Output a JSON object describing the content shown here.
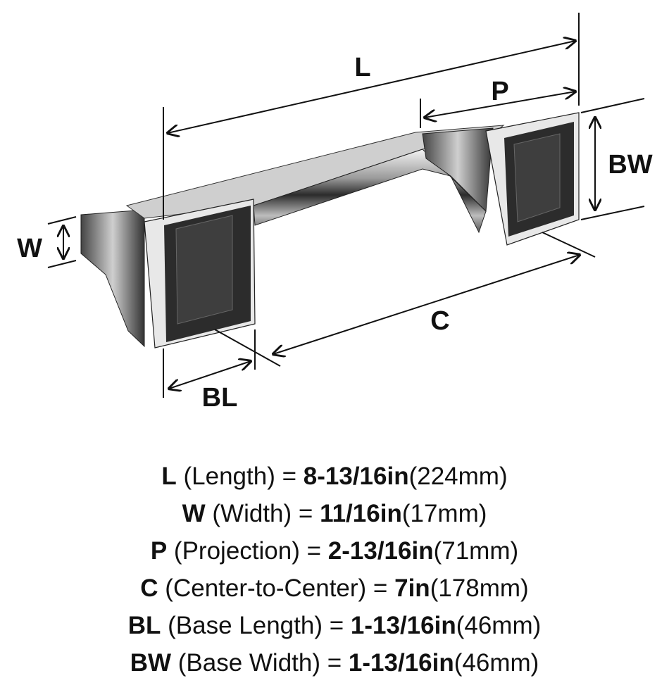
{
  "diagram": {
    "labels": {
      "L": "L",
      "P": "P",
      "BW": "BW",
      "W": "W",
      "C": "C",
      "BL": "BL"
    },
    "colors": {
      "line": "#111111",
      "chrome_light": "#e6e6e6",
      "chrome_dark": "#2a2a2a"
    }
  },
  "specs": [
    {
      "code": "L",
      "name": "(Length) =",
      "imperial": "8-13/16in",
      "metric": "(224mm)"
    },
    {
      "code": "W",
      "name": "(Width) =",
      "imperial": "11/16in",
      "metric": "(17mm)"
    },
    {
      "code": "P",
      "name": "(Projection) =",
      "imperial": "2-13/16in",
      "metric": "(71mm)"
    },
    {
      "code": "C",
      "name": "(Center-to-Center) =",
      "imperial": "7in",
      "metric": "(178mm)"
    },
    {
      "code": "BL",
      "name": "(Base Length) =",
      "imperial": "1-13/16in",
      "metric": "(46mm)"
    },
    {
      "code": "BW",
      "name": "(Base Width) =",
      "imperial": "1-13/16in",
      "metric": "(46mm)"
    }
  ]
}
